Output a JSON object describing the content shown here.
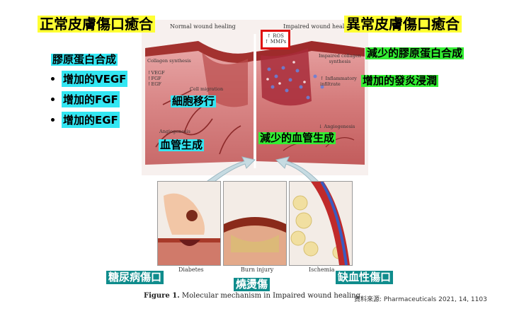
{
  "figure": {
    "normal_title": "Normal wound healing",
    "impaired_title": "Impaired wound healing",
    "ros_line1": "↑ ROS",
    "ros_line2": "↑ MMPs",
    "left_collagen": "Collagen synthesis",
    "left_factors": [
      "↑VEGF",
      "↑FGF",
      "↑EGF"
    ],
    "cell_migration": "Cell migration",
    "left_angio": "Angiogenesis",
    "right_collagen_1": "Impaired collagen",
    "right_collagen_2": "synthesis",
    "right_inflam_1": "↑ Inflammatory",
    "right_inflam_2": "infiltrate",
    "right_angio": "↓ Angiogenesis",
    "diabetes_label": "Diabetes",
    "burn_label": "Burn injury",
    "ischemia_label": "Ischemia",
    "caption_bold": "Figure 1.",
    "caption_text": " Molecular mechanism in Impaired wound healing."
  },
  "annotations": {
    "normal_skin": "正常皮膚傷口癒合",
    "abnormal_skin": "異常皮膚傷口癒合",
    "collagen_synthesis": "膠原蛋白合成",
    "bullets": [
      "增加的VEGF",
      "增加的FGF",
      "增加的EGF"
    ],
    "cell_migration": "細胞移行",
    "angiogenesis": "血管生成",
    "reduced_collagen": "減少的膠原蛋白合成",
    "increased_inflammation": "增加的發炎浸潤",
    "reduced_angiogenesis": "減少的血管生成",
    "diabetic_wound": "糖尿病傷口",
    "burn": "燒燙傷",
    "ischemic_wound": "缺血性傷口"
  },
  "source": "資料來源: Pharmaceuticals 2021, 14, 1103",
  "colors": {
    "yellow_label": "#ffff33",
    "cyan_label": "#33e6f2",
    "green_label": "#33ee33",
    "teal_label": "#0f8c8c",
    "ros_box": "#e01010"
  }
}
